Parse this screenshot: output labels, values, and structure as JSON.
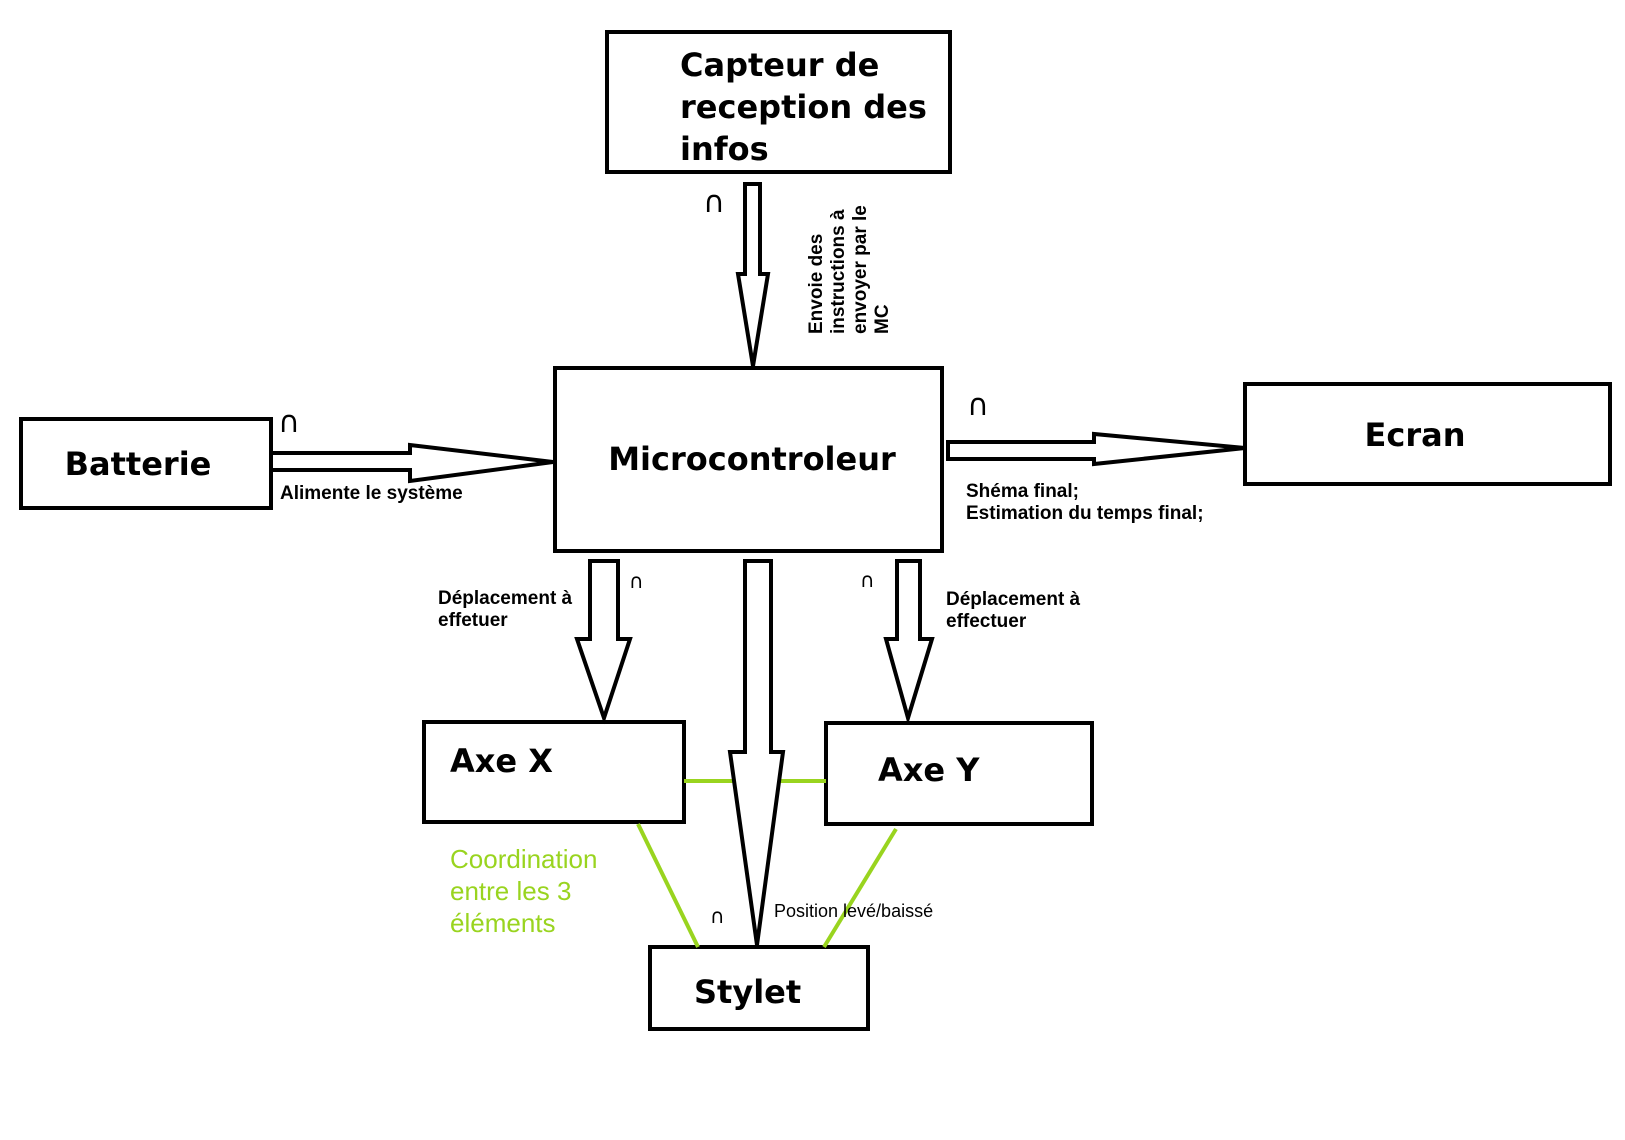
{
  "boxes": {
    "capteur": "Capteur de\nreception des\ninfos",
    "batterie": "Batterie",
    "micro": "Microcontroleur",
    "ecran": "Ecran",
    "axe_x": "Axe X",
    "axe_y": "Axe Y",
    "stylet": "Stylet"
  },
  "labels": {
    "envoie": "Envoie des\ninstructions à\nenvoyer par le\nMC",
    "alimente": "Alimente le système",
    "ecran_line1": "Shéma final;",
    "ecran_line2": "Estimation du temps final;",
    "deplacement_x": "Déplacement à\neffetuer",
    "deplacement_y": "Déplacement à\neffectuer",
    "position": "Position levé/baissé",
    "coordination": "Coordination\nentre les 3\néléments"
  },
  "symbols": {
    "cap": "∩"
  },
  "colors": {
    "coordination": "#99d41f"
  }
}
